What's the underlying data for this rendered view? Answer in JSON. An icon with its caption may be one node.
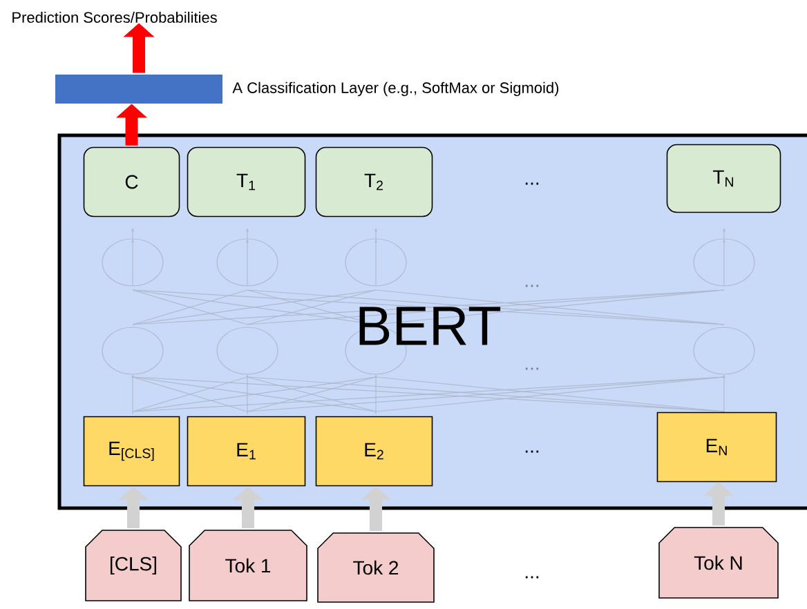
{
  "diagram": {
    "nodes": [
      {
        "text": [
          "Prediction Scores/Probabilities"
        ]
      },
      {
        "text": [],
        "shape": "bar",
        "beside": [
          "A Classification Layer (e.g., SoftMax or Sigmoid)"
        ]
      },
      {
        "text": [
          "BERT"
        ]
      },
      {
        "text": [
          "C"
        ],
        "in": 2
      },
      {
        "text": [
          "T$_{1}$"
        ],
        "in": 2
      },
      {
        "text": [
          "T$_{2}$"
        ],
        "in": 2
      },
      {
        "text": [
          "T$_{N}$"
        ],
        "in": 2
      },
      {
        "text": [
          "E$_{[CLS]}$"
        ],
        "in": 2
      },
      {
        "text": [
          "E$_{1}$"
        ],
        "in": 2
      },
      {
        "text": [
          "E$_{2}$"
        ],
        "in": 2
      },
      {
        "text": [
          "E$_{N}$"
        ],
        "in": 2
      },
      {
        "text": [
          "[CLS]"
        ]
      },
      {
        "text": [
          "Tok 1"
        ]
      },
      {
        "text": [
          "Tok 2"
        ]
      },
      {
        "text": [
          "Tok N"
        ]
      }
    ],
    "edges": [
      {
        "from": 3,
        "to": 1,
        "arrow": "to",
        "color": "#ff0000"
      },
      {
        "from": 1,
        "to": 0,
        "arrow": "to",
        "color": "#ff0000"
      },
      {
        "from": 11,
        "to": 7,
        "arrow": "to"
      },
      {
        "from": 12,
        "to": 8,
        "arrow": "to"
      },
      {
        "from": 13,
        "to": 9,
        "arrow": "to"
      },
      {
        "from": 14,
        "to": 10,
        "arrow": "to"
      }
    ],
    "labels": [
      "...",
      "...",
      "...",
      "...",
      "..."
    ]
  }
}
